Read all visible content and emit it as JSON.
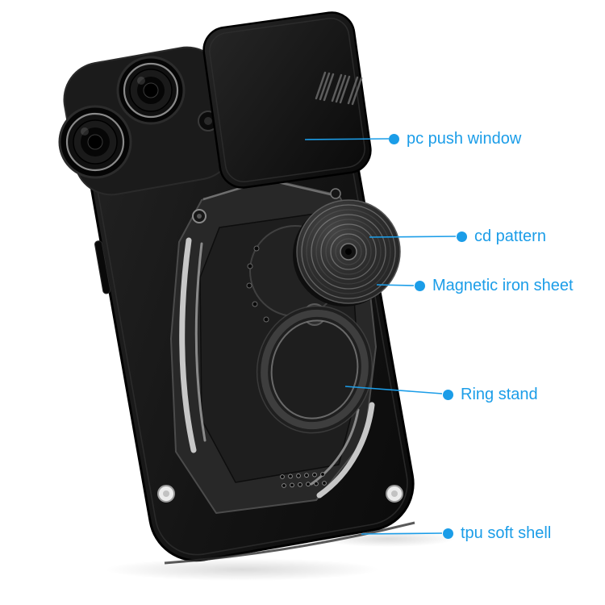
{
  "page": {
    "background_color": "#ffffff"
  },
  "annotations": {
    "accent_color": "#1b9de8",
    "items": [
      {
        "label": "pc push window"
      },
      {
        "label": "cd pattern"
      },
      {
        "label": "Magnetic iron sheet"
      },
      {
        "label": "Ring stand"
      },
      {
        "label": "tpu soft shell"
      }
    ]
  },
  "illustration": {
    "subject": "armor phone case with slide camera cover, cd-pattern ring stand",
    "case_color": "#151515",
    "silver_accent_color": "#c7c7c7"
  }
}
